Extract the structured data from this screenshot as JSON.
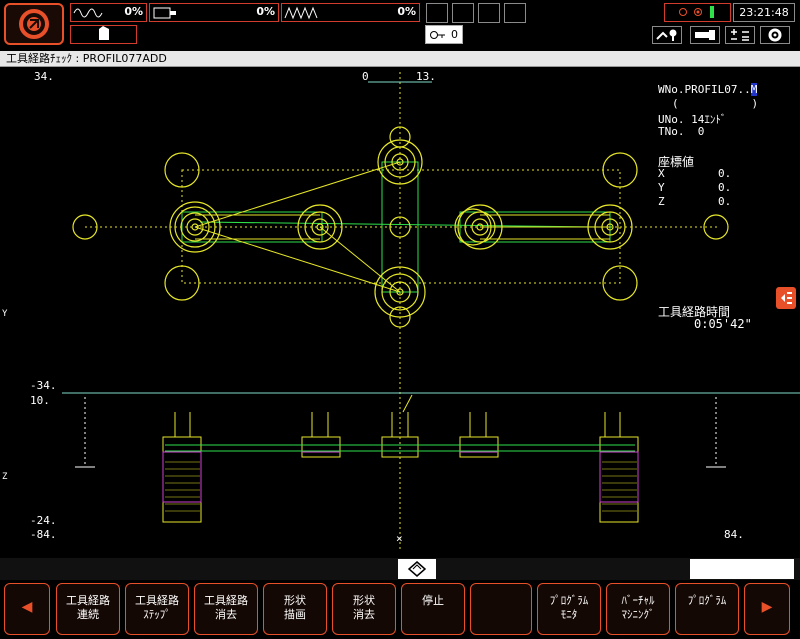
{
  "header": {
    "load_meters": [
      {
        "icon": "spindle-wave-icon",
        "value": "0%"
      },
      {
        "icon": "servo-motor-icon",
        "value": "0%"
      },
      {
        "icon": "zigzag-wave-icon",
        "value": "0%"
      }
    ],
    "tool_count": "0",
    "clock": "23:21:48"
  },
  "title": "工具経路ﾁｪｯｸ : PROFIL077ADD",
  "plot": {
    "top_left_value": "34.",
    "top_center_left": "0",
    "top_center_right": "13.",
    "wno_label": "WNo.PROFIL07..",
    "wno_cursor": "M",
    "paren_line": "(           )",
    "uno_line": "UNo. 14ｴﾝﾄﾞ",
    "tno_line": "TNo.  0",
    "coord_header": "座標値",
    "coords": [
      {
        "axis": "X",
        "value": "0."
      },
      {
        "axis": "Y",
        "value": "0."
      },
      {
        "axis": "Z",
        "value": "0."
      }
    ],
    "path_time_label": "工具経路時間",
    "path_time_value": "0:05'42\"",
    "y_axis_letter": "Y",
    "z_axis_letter": "Z",
    "left_mid_value": "-34.",
    "left_z_top": "10.",
    "left_z_bottom1": "-24.",
    "left_z_bottom2": "-84.",
    "right_bottom_value": "84.",
    "center_mark": "×"
  },
  "softkeys": [
    {
      "id": "prev",
      "l1": "◀",
      "l2": ""
    },
    {
      "id": "continuous",
      "l1": "工具経路",
      "l2": "連続"
    },
    {
      "id": "step",
      "l1": "工具経路",
      "l2": "ｽﾃｯﾌﾟ"
    },
    {
      "id": "erase",
      "l1": "工具経路",
      "l2": "消去"
    },
    {
      "id": "shape-draw",
      "l1": "形状",
      "l2": "描画"
    },
    {
      "id": "shape-erase",
      "l1": "形状",
      "l2": "消去"
    },
    {
      "id": "stop",
      "l1": "停止",
      "l2": ""
    },
    {
      "id": "blank",
      "l1": "",
      "l2": ""
    },
    {
      "id": "program-monitor",
      "l1": "ﾌﾟﾛｸﾞﾗﾑ",
      "l2": "ﾓﾆﾀ"
    },
    {
      "id": "virtual-machining",
      "l1": "ﾊﾞｰﾁｬﾙ",
      "l2": "ﾏｼﾆﾝｸﾞ"
    },
    {
      "id": "program",
      "l1": "ﾌﾟﾛｸﾞﾗﾑ",
      "l2": ""
    },
    {
      "id": "next",
      "l1": "▶",
      "l2": ""
    }
  ],
  "colors": {
    "accent": "#e8502a",
    "path_yellow": "#e6e62a",
    "path_green": "#2ee04a",
    "stock_cyan": "#7fdcc8",
    "magenta": "#d040d0"
  }
}
